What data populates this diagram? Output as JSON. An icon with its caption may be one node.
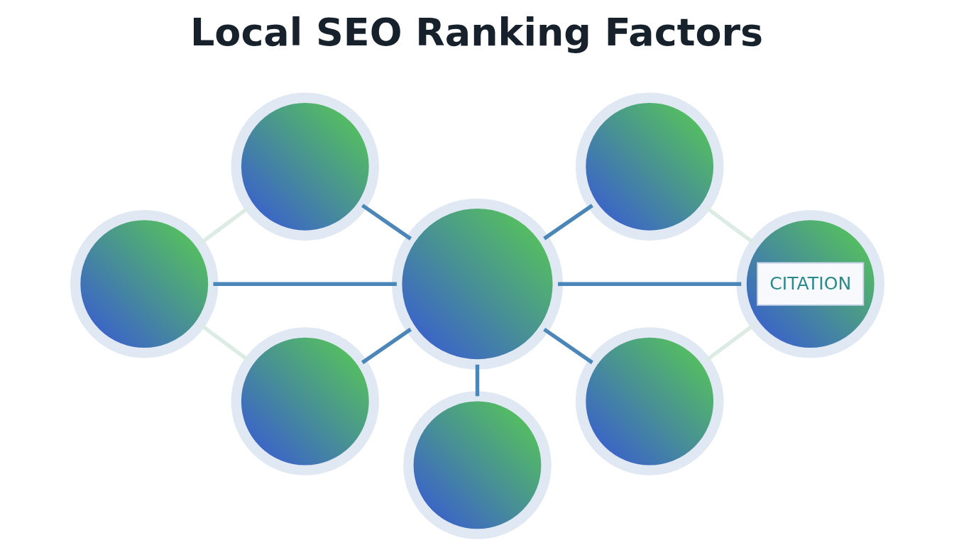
{
  "diagram": {
    "title": "Local SEO Ranking Factors",
    "nodes": [
      {
        "text": [],
        "shape": "circle"
      },
      {
        "text": [],
        "shape": "circle"
      },
      {
        "text": [],
        "shape": "circle"
      },
      {
        "text": [],
        "shape": "circle"
      },
      {
        "text": [
          "CITATION"
        ]
      },
      {
        "text": [],
        "shape": "circle"
      },
      {
        "text": [],
        "shape": "circle"
      },
      {
        "text": [],
        "shape": "circle"
      }
    ],
    "edges": [
      {
        "from": 3,
        "to": 2,
        "arrow": "none"
      },
      {
        "from": 0,
        "to": 2,
        "arrow": "none"
      },
      {
        "from": 2,
        "to": 1,
        "arrow": "none"
      },
      {
        "from": 2,
        "to": 4,
        "arrow": "none"
      },
      {
        "from": 2,
        "to": 6,
        "arrow": "none"
      },
      {
        "from": 2,
        "to": 7,
        "arrow": "none"
      },
      {
        "from": 5,
        "to": 2,
        "arrow": "none"
      },
      {
        "from": 3,
        "to": 0,
        "arrow": "none",
        "color": "#dcebe3"
      },
      {
        "from": 3,
        "to": 5,
        "arrow": "none",
        "color": "#dcebe3"
      },
      {
        "from": 1,
        "to": 4,
        "arrow": "none",
        "color": "#dcebe3"
      },
      {
        "from": 6,
        "to": 4,
        "arrow": "none",
        "color": "#dcebe3"
      }
    ]
  }
}
